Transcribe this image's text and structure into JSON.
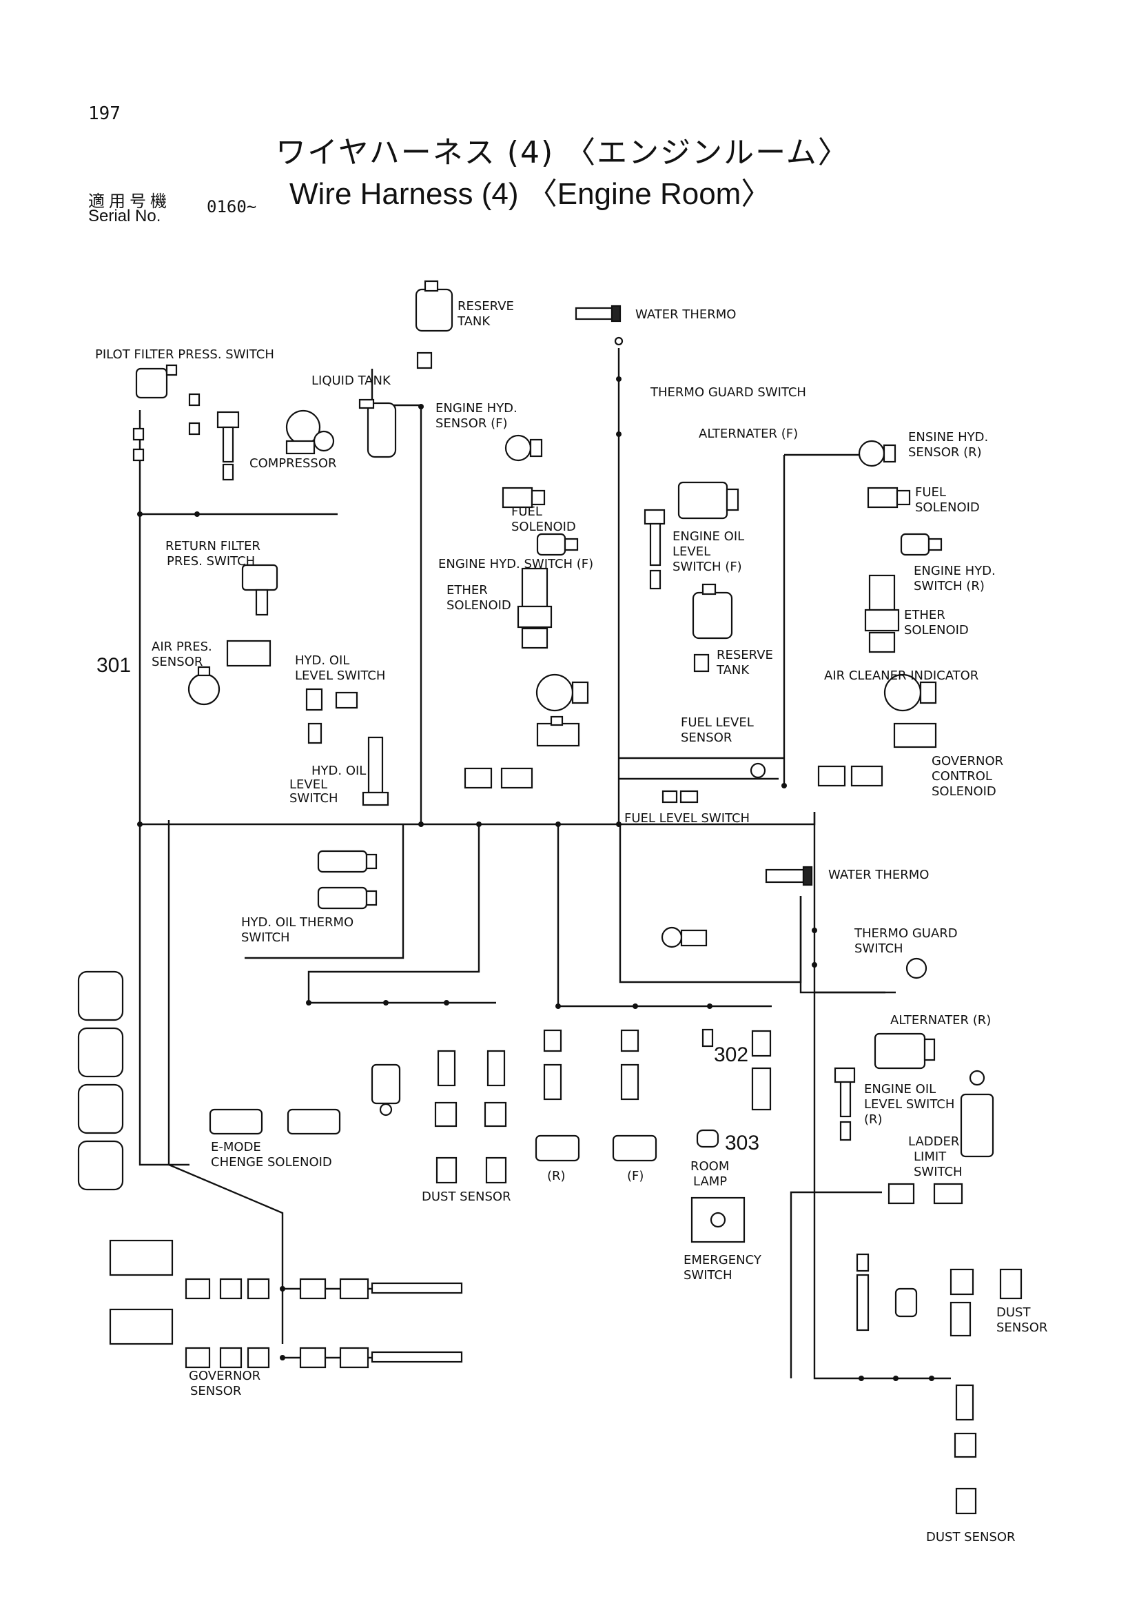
{
  "page_number": "197",
  "title_jp": "ワイヤハーネス (4) 〈エンジンルーム〉",
  "title_en": "Wire Harness (4) 〈Engine Room〉",
  "serial_label_jp": "適用号機",
  "serial_label_en": "Serial No.",
  "serial_value": "0160~",
  "labels": {
    "reserve_tank_top": [
      "RESERVE",
      "TANK"
    ],
    "water_thermo_top": "WATER THERMO",
    "pilot_filter": "PILOT FILTER PRESS. SWITCH",
    "liquid_tank": "LIQUID TANK",
    "engine_hyd_sensor_f": [
      "ENGINE HYD.",
      "SENSOR (F)"
    ],
    "thermo_guard_top": "THERMO GUARD SWITCH",
    "alternater_f": "ALTERNATER (F)",
    "ensine_hyd_sensor_r": [
      "ENSINE HYD.",
      "SENSOR (R)"
    ],
    "compressor": "COMPRESSOR",
    "fuel_solenoid_left": [
      "FUEL",
      "SOLENOID"
    ],
    "fuel_solenoid_right": [
      "FUEL",
      "SOLENOID"
    ],
    "return_filter": [
      "RETURN FILTER",
      "PRES. SWITCH"
    ],
    "engine_hyd_switch_f": "ENGINE HYD. SWITCH (F)",
    "engine_oil_level_f": [
      "ENGINE OIL",
      "LEVEL",
      "SWITCH (F)"
    ],
    "engine_hyd_switch_r": [
      "ENGINE HYD.",
      "SWITCH (R)"
    ],
    "ether_solenoid_left": [
      "ETHER",
      "SOLENOID"
    ],
    "ether_solenoid_right": [
      "ETHER",
      "SOLENOID"
    ],
    "air_pres_sensor": [
      "AIR PRES.",
      "SENSOR"
    ],
    "hyd_oil_level_top": [
      "HYD. OIL",
      "LEVEL SWITCH"
    ],
    "reserve_tank_mid": [
      "RESERVE",
      "TANK"
    ],
    "air_cleaner": "AIR CLEANER INDICATOR",
    "fuel_level_sensor": [
      "FUEL LEVEL",
      "SENSOR"
    ],
    "governor_control": [
      "GOVERNOR",
      "CONTROL",
      "SOLENOID"
    ],
    "hyd_oil_level_bottom": [
      "HYD. OIL",
      "LEVEL",
      "SWITCH"
    ],
    "fuel_level_switch": "FUEL LEVEL SWITCH",
    "water_thermo_mid": "WATER THERMO",
    "hyd_oil_thermo": [
      "HYD. OIL THERMO",
      "SWITCH"
    ],
    "thermo_guard_mid": [
      "THERMO GUARD",
      "SWITCH"
    ],
    "alternater_r": "ALTERNATER (R)",
    "engine_oil_level_r": [
      "ENGINE OIL",
      "LEVEL SWITCH",
      "(R)"
    ],
    "ladder_limit": [
      "LADDER",
      "LIMIT",
      "SWITCH"
    ],
    "e_mode": [
      "E-MODE",
      "CHENGE SOLENOID"
    ],
    "dust_sensor_bottom": "DUST SENSOR",
    "solenoid_r": "(R)",
    "solenoid_f": "(F)",
    "room_lamp": [
      "ROOM",
      "LAMP"
    ],
    "emergency_switch": [
      "EMERGENCY",
      "SWITCH"
    ],
    "dust_sensor_right": [
      "DUST",
      "SENSOR"
    ],
    "dust_sensor_far": "DUST SENSOR",
    "governor_sensor": [
      "GOVERNOR",
      "SENSOR"
    ],
    "callout_301": "301",
    "callout_302": "302",
    "callout_303": "303"
  }
}
